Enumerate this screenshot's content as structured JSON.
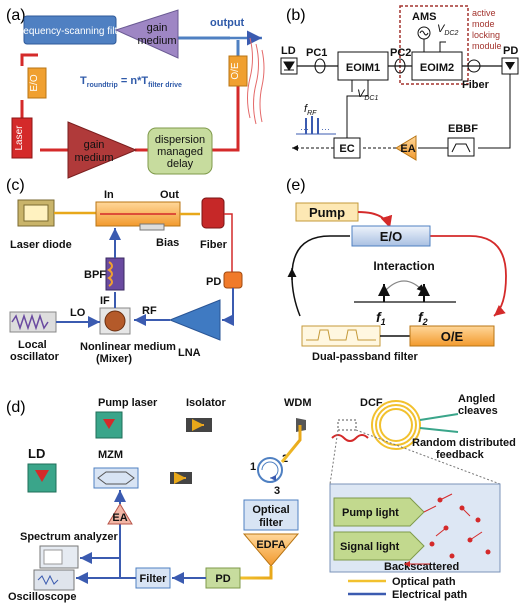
{
  "panels": {
    "a": {
      "label": "(a)",
      "filter": "Frequency-scanning filter",
      "gain_top_1": "gain",
      "gain_top_2": "medium",
      "output": "output",
      "eo": "E/O",
      "oe": "O/E",
      "laser": "Laser",
      "gain_bot_1": "gain",
      "gain_bot_2": "medium",
      "delay_1": "dispersion",
      "delay_2": "managed",
      "delay_3": "delay",
      "eq_main": "T",
      "eq_sub1": "roundtrip",
      "eq_mid": " = n*T",
      "eq_sub2": "filter drive"
    },
    "b": {
      "label": "(b)",
      "ld": "LD",
      "pc1": "PC1",
      "pc2": "PC2",
      "eoim1": "EOIM1",
      "eoim2": "EOIM2",
      "ams": "AMS",
      "vdc2_v": "V",
      "vdc2_sub": "DC2",
      "vdc1_v": "V",
      "vdc1_sub": "DC1",
      "active_1": "active",
      "active_2": "mode",
      "active_3": "locking",
      "active_4": "module",
      "pd": "PD",
      "fiber": "Fiber",
      "frf_f": "f",
      "frf_sub": "RF",
      "ec": "EC",
      "ea": "EA",
      "ebbf": "EBBF"
    },
    "c": {
      "label": "(c)",
      "in": "In",
      "out": "Out",
      "bias": "Bias",
      "laser_diode": "Laser diode",
      "fiber": "Fiber",
      "bpf": "BPF",
      "pd": "PD",
      "if": "IF",
      "lo": "LO",
      "rf": "RF",
      "local_1": "Local",
      "local_2": "oscillator",
      "nonlinear_1": "Nonlinear medium",
      "nonlinear_2": "(Mixer)",
      "lna": "LNA"
    },
    "e": {
      "label": "(e)",
      "pump": "Pump",
      "eo": "E/O",
      "interaction": "Interaction",
      "f1": "f",
      "f1_sub": "1",
      "f2": "f",
      "f2_sub": "2",
      "oe": "O/E",
      "filter": "Dual-passband filter"
    },
    "d": {
      "label": "(d)",
      "pump_laser": "Pump laser",
      "isolator": "Isolator",
      "wdm": "WDM",
      "dcf": "DCF",
      "angled_1": "Angled",
      "angled_2": "cleaves",
      "random_1": "Random distributed",
      "random_2": "feedback",
      "ld": "LD",
      "mzm": "MZM",
      "port1": "1",
      "port2": "2",
      "port3": "3",
      "optical_1": "Optical",
      "optical_2": "filter",
      "edfa": "EDFA",
      "ea": "EA",
      "pd": "PD",
      "filter": "Filter",
      "spectrum": "Spectrum analyzer",
      "oscilloscope": "Oscilloscope",
      "pump_light": "Pump light",
      "signal_light": "Signal light",
      "backscattered": "Backscattered",
      "legend_optical": "Optical path",
      "legend_electrical": "Electrical path"
    }
  },
  "colors": {
    "red": "#d42a2a",
    "blue_box": "#4f80c2",
    "purple": "#9e86c4",
    "olive_box": "#c7dc9e",
    "orange": "#f0a030",
    "yellow_path": "#f2c12e",
    "electrical": "#3b5bb0",
    "teal": "#3aa58a"
  }
}
